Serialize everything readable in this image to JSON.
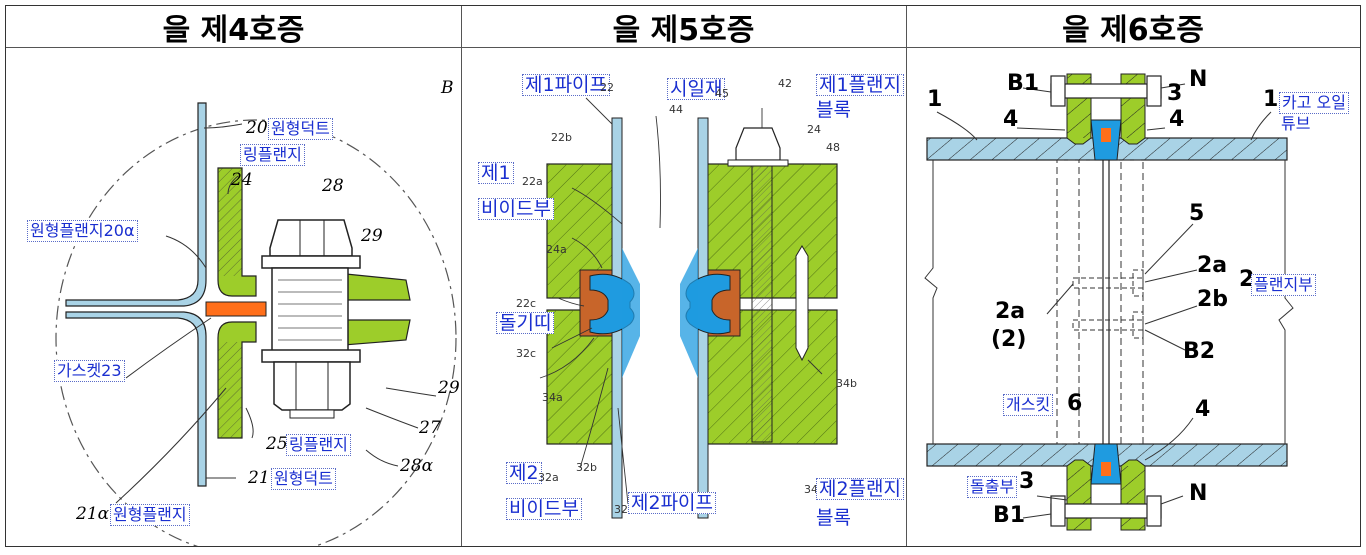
{
  "panels": [
    {
      "title": "을 제4호증",
      "labels": {
        "duct_20": "원형덕트",
        "num_20": "20",
        "ring_flange": "링플랜지",
        "num_24": "24",
        "num_28": "28",
        "num_29a": "29",
        "circ_flange_20a": "원형플랜지20α",
        "gasket_23": "가스켓23",
        "num_29b": "29",
        "num_27": "27",
        "num_25": "25",
        "ring_flange_25": "링플랜지",
        "num_28a": "28α",
        "num_21": "21",
        "duct_21": "원형덕트",
        "num_21a": "21α",
        "circ_flange_21a": "원형플랜지",
        "letter_b": "B"
      }
    },
    {
      "title": "을 제5호증",
      "labels": {
        "pipe1": "제1파이프",
        "num_22": "22",
        "num_44": "44",
        "sealant": "시일재",
        "num_45": "45",
        "num_42": "42",
        "flange_block1_a": "제1플랜지",
        "flange_block1_b": "블록",
        "num_24": "24",
        "num_48": "48",
        "num_22b": "22b",
        "bead1_a": "제1",
        "bead1_b": "비이드부",
        "num_22a": "22a",
        "num_24a": "24a",
        "num_22c": "22c",
        "band": "돌기띠",
        "num_32c": "32c",
        "num_34a": "34a",
        "num_34b": "34b",
        "bead2_a": "제2",
        "bead2_b": "비이드부",
        "num_32a": "32a",
        "num_32b": "32b",
        "num_32": "32",
        "pipe2": "제2파이프",
        "num_34": "34",
        "flange_block2_a": "제2플랜지",
        "flange_block2_b": "블록"
      }
    },
    {
      "title": "을 제6호증",
      "labels": {
        "b1_top": "B1",
        "n_top": "N",
        "num_3_top": "3",
        "num_1_left": "1",
        "num_4_left": "4",
        "num_4_right": "4",
        "num_1_right": "1",
        "cargo_a": "카고 오일",
        "cargo_b": "튜브",
        "num_5": "5",
        "num_2a_r": "2a",
        "num_2": "2",
        "flange_part": "플랜지부",
        "num_2b": "2b",
        "num_2a_l": "2a",
        "num_2_paren": "(2)",
        "b2": "B2",
        "gasket": "개스킷",
        "num_6": "6",
        "num_4_bottom": "4",
        "protrusion": "돌출부",
        "num_3_bottom": "3",
        "n_bottom": "N",
        "b1_bottom": "B1"
      }
    }
  ],
  "colors": {
    "duct_blue": "#a9d3e6",
    "flange_green": "#9dcd2a",
    "gasket_orange": "#ff6f1a",
    "seal_blue": "#1f9be0",
    "ring_brown": "#c8652a",
    "label_blue": "#1a2fd0"
  }
}
